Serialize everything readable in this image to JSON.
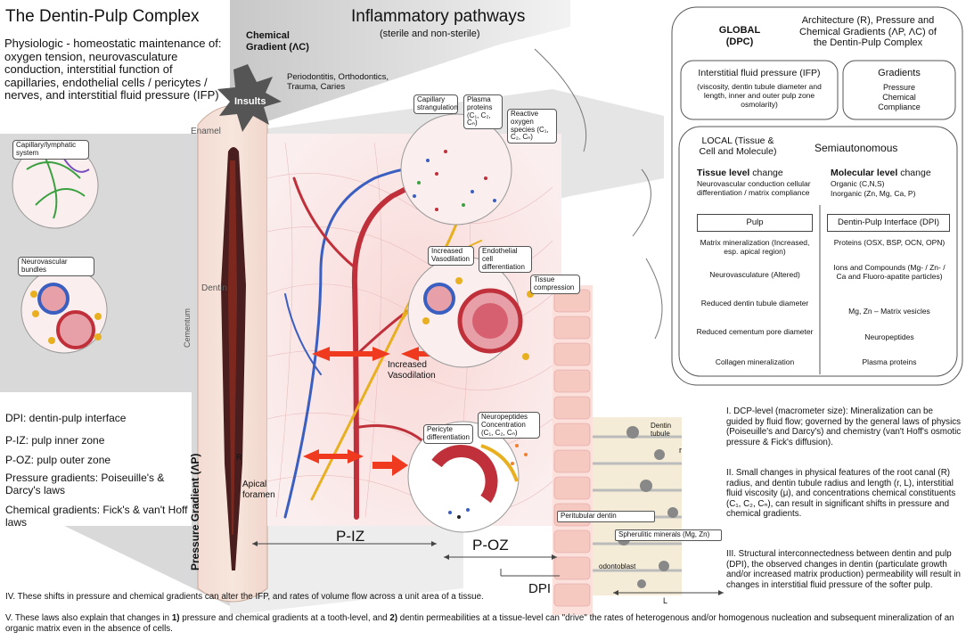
{
  "left_panel": {
    "title": "The Dentin-Pulp Complex",
    "physio_text": "Physiologic - homeostatic maintenance of: oxygen tension, neurovasculature conduction, interstitial function of capillaries, endothelial cells / pericytes / nerves, and interstitial fluid pressure (IFP)",
    "inset_capillary_label": "Capillary/lymphatic system",
    "inset_neuro_label": "Neurovascular bundles",
    "legend": [
      "DPI: dentin-pulp interface",
      "P-IZ: pulp inner zone",
      "P-OZ: pulp outer zone",
      "Pressure gradients: Poiseuille's & Darcy's laws",
      "Chemical gradients: Fick's & van't Hoff laws"
    ]
  },
  "tooth": {
    "chemical_gradient": "Chemical Gradient (ΛC)",
    "insults": "Insults",
    "insult_causes": "Periodontitis, Orthodontics, Trauma, Caries",
    "enamel": "Enamel",
    "dentin": "Dentin",
    "cementum": "Cementum",
    "pressure_gradient": "Pressure Gradient (ΛP)",
    "r_label": "R",
    "apical_foramen": "Apical foramen"
  },
  "center": {
    "title": "Inflammatory pathways",
    "subtitle": "(sterile and non-sterile)",
    "labels": {
      "capillary_strangulation": "Capillary strangulation",
      "plasma_proteins": "Plasma proteins (C₁, C₂, Cₙ)",
      "reactive_oxygen": "Reactive oxygen species (C₁, C₂, Cₙ)",
      "increased_vasodilation_box": "Increased Vasodilation",
      "endothelial_diff": "Endothelial cell differentiation",
      "tissue_compression": "Tissue compression",
      "increased_vasodilation": "Increased Vasodilation",
      "pericyte_diff": "Pericyte differentiation",
      "neuropeptides": "Neuropeptides Concentration (C₁, C₂, Cₙ)",
      "dentin_tubule": "Dentin tubule",
      "r_small": "r",
      "peritubular": "Peritubular dentin",
      "spherulitic": "Spherulitic minerals (Mg, Zn)",
      "odontoblast": "odontoblast",
      "l_label": "L",
      "p_iz": "P-IZ",
      "p_oz": "P-OZ",
      "dpi": "DPI"
    }
  },
  "right_panel": {
    "global_title": "GLOBAL (DPC)",
    "global_desc": "Architecture (R), Pressure and Chemical Gradients (ΛP, ΛC) of the Dentin-Pulp Complex",
    "ifp_title": "Interstitial fluid pressure (IFP)",
    "ifp_desc": "(viscosity, dentin tubule diameter and length, inner and outer pulp zone osmolarity)",
    "gradients_title": "Gradients",
    "gradients_items": [
      "Pressure",
      "Chemical",
      "Compliance"
    ],
    "local_title": "LOCAL (Tissue & Cell and Molecule)",
    "semiautonomous": "Semiautonomous",
    "tissue_level_bold": "Tissue level",
    "tissue_level_rest": " change",
    "tissue_level_desc": "Neurovascular conduction cellular differentiation / matrix compliance",
    "molecular_level_bold": "Molecular level",
    "molecular_level_rest": " change",
    "molecular_level_desc1": "Organic (C,N,S)",
    "molecular_level_desc2": "Inorganic (Zn, Mg, Ca, P)",
    "pulp_box": "Pulp",
    "dpi_box": "Dentin-Pulp Interface (DPI)",
    "pulp_items": [
      "Matrix mineralization (Increased, esp. apical region)",
      "Neurovasculature (Altered)",
      "Reduced dentin tubule diameter",
      "Reduced cementum pore diameter",
      "Collagen mineralization"
    ],
    "dpi_items": [
      "Proteins (OSX, BSP, OCN, OPN)",
      "Ions and Compounds (Mg- / Zn- / Ca and Fluoro-apatite particles)",
      "Mg, Zn – Matrix vesicles",
      "Neuropeptides",
      "Plasma proteins"
    ]
  },
  "notes": {
    "n1": "I. DCP-level (macrometer size): Mineralization can be guided by fluid flow; governed by the general laws of physics (Poiseuille's and Darcy's) and chemistry (van't Hoff's osmotic pressure & Fick's diffusion).",
    "n2": "II. Small changes in physical features of the root canal (R) radius, and dentin tubule radius and length (r, L), interstitial fluid viscosity (μ), and concentrations chemical constituents (C₁, C₂, Cₙ), can result in significant shifts in pressure and chemical gradients.",
    "n3": "III. Structural interconnectedness between dentin and pulp (DPI), the observed changes in dentin (particulate growth and/or increased matrix production) permeability will result in changes in interstitial fluid pressure of the softer pulp.",
    "n4": "IV. These shifts in pressure and chemical gradients can alter the IFP, and rates of volume flow across a unit area of a tissue.",
    "n5_a": "V. These laws also explain that changes in ",
    "n5_b1": "1)",
    "n5_c": " pressure and chemical gradients at a tooth-level, and ",
    "n5_b2": "2)",
    "n5_d": " dentin permeabilities at a tissue-level can \"drive\" the rates of heterogenous and/or homogenous nucleation and subsequent mineralization of an organic matrix even in the absence of cells."
  },
  "colors": {
    "artery": "#c0303a",
    "vein": "#3a5fc0",
    "nerve": "#e8b020",
    "tissue": "#f6dcdc",
    "arrow": "#f03a20"
  }
}
